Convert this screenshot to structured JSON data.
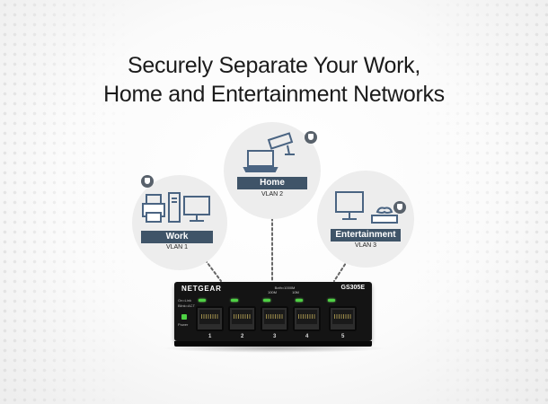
{
  "headline": {
    "line1": "Securely Separate Your Work,",
    "line2": "Home and Entertainment Networks"
  },
  "networks": {
    "work": {
      "label": "Work",
      "vlan": "VLAN 1"
    },
    "home": {
      "label": "Home",
      "vlan": "VLAN 2"
    },
    "entertainment": {
      "label": "Entertainment",
      "vlan": "VLAN 3"
    }
  },
  "switch": {
    "brand": "NETGEAR",
    "model": "GS305E",
    "speed_legend": {
      "both": "Both=1000M",
      "left": "100M",
      "right": "10M"
    },
    "left_labels": {
      "link": "On=Link",
      "activity": "Blink=ACT",
      "power": "Power"
    },
    "ports": [
      "1",
      "2",
      "3",
      "4",
      "5"
    ]
  },
  "colors": {
    "tag_bg": "#3f5468",
    "icon_blue": "#4a6482",
    "shield": "#58616b",
    "led_green": "#4ed144",
    "switch_body": "#141414",
    "bubble": "#ededed"
  },
  "icons": [
    "shield-icon",
    "printer-icon",
    "desktop-tower-icon",
    "monitor-icon",
    "laptop-icon",
    "security-camera-icon",
    "tv-icon",
    "game-console-icon"
  ]
}
